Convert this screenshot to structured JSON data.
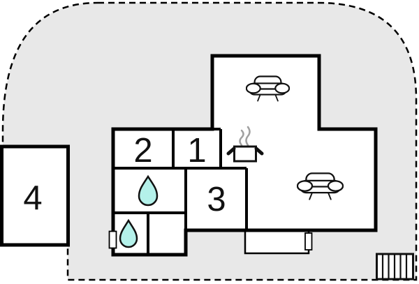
{
  "floor_plan": {
    "colors": {
      "plot_fill": "#e8e8e8",
      "wall": "#000000",
      "room_fill": "#ffffff",
      "water": "#b4f1ea",
      "steam": "#a0a0a0"
    },
    "rooms": [
      {
        "label": "1"
      },
      {
        "label": "2"
      },
      {
        "label": "3"
      },
      {
        "label": "4"
      }
    ],
    "icons": [
      "sofa-icon",
      "sofa-icon",
      "cooking-pot-icon",
      "water-drop-icon",
      "water-drop-icon",
      "stairs-icon",
      "door-symbol",
      "door-symbol"
    ]
  }
}
